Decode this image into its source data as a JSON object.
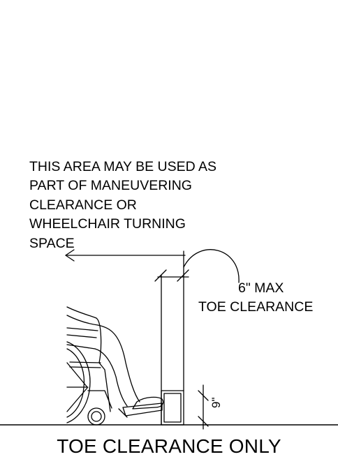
{
  "note": {
    "lines": [
      "THIS AREA MAY BE USED AS",
      "PART OF MANEUVERING",
      "CLEARANCE OR",
      "WHEELCHAIR TURNING",
      "SPACE"
    ]
  },
  "dimension_labels": {
    "max_line": "6\" MAX",
    "toe_line": "TOE CLEARANCE",
    "height": "9\""
  },
  "title": "TOE CLEARANCE ONLY",
  "colors": {
    "line": "#000000",
    "background": "#ffffff"
  }
}
